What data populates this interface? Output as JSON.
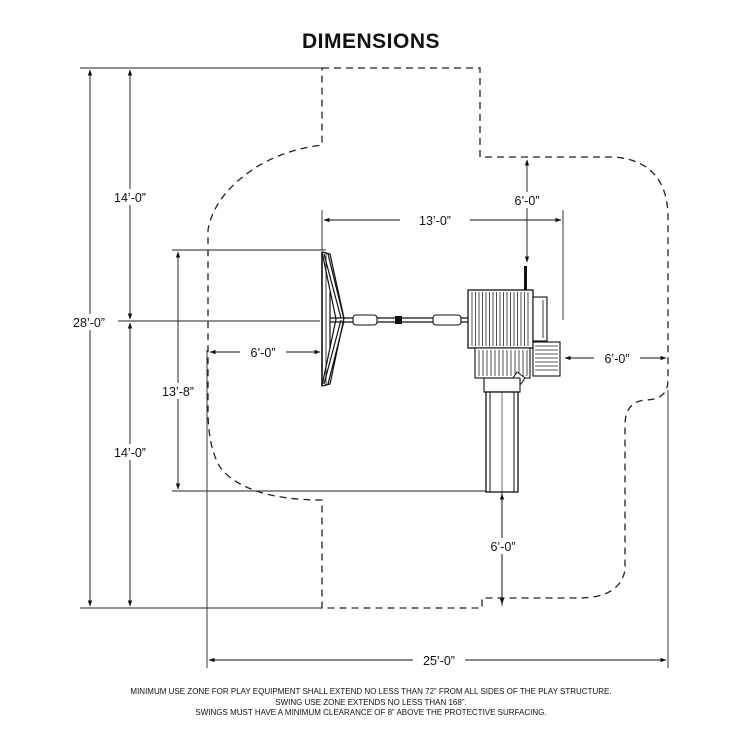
{
  "title": "DIMENSIONS",
  "dimensions": {
    "top_half_height": "14’-0”",
    "bottom_half_height": "14’-0”",
    "total_height": "28’-0”",
    "swing_beam_depth": "13’-8”",
    "structure_width": "13’-0”",
    "top_clearance": "6’-0”",
    "left_clearance": "6’-0”",
    "right_clearance": "6’-0”",
    "bottom_clearance": "6’-0”",
    "total_width": "25’-0”"
  },
  "notes": {
    "line1": "MINIMUM USE ZONE FOR PLAY EQUIPMENT SHALL EXTEND NO LESS THAN 72” FROM ALL SIDES OF THE PLAY STRUCTURE.",
    "line2": "SWING USE ZONE EXTENDS NO LESS THAN 168”.",
    "line3": "SWINGS MUST HAVE A MINIMUM CLEARANCE OF 8” ABOVE THE PROTECTIVE SURFACING."
  }
}
